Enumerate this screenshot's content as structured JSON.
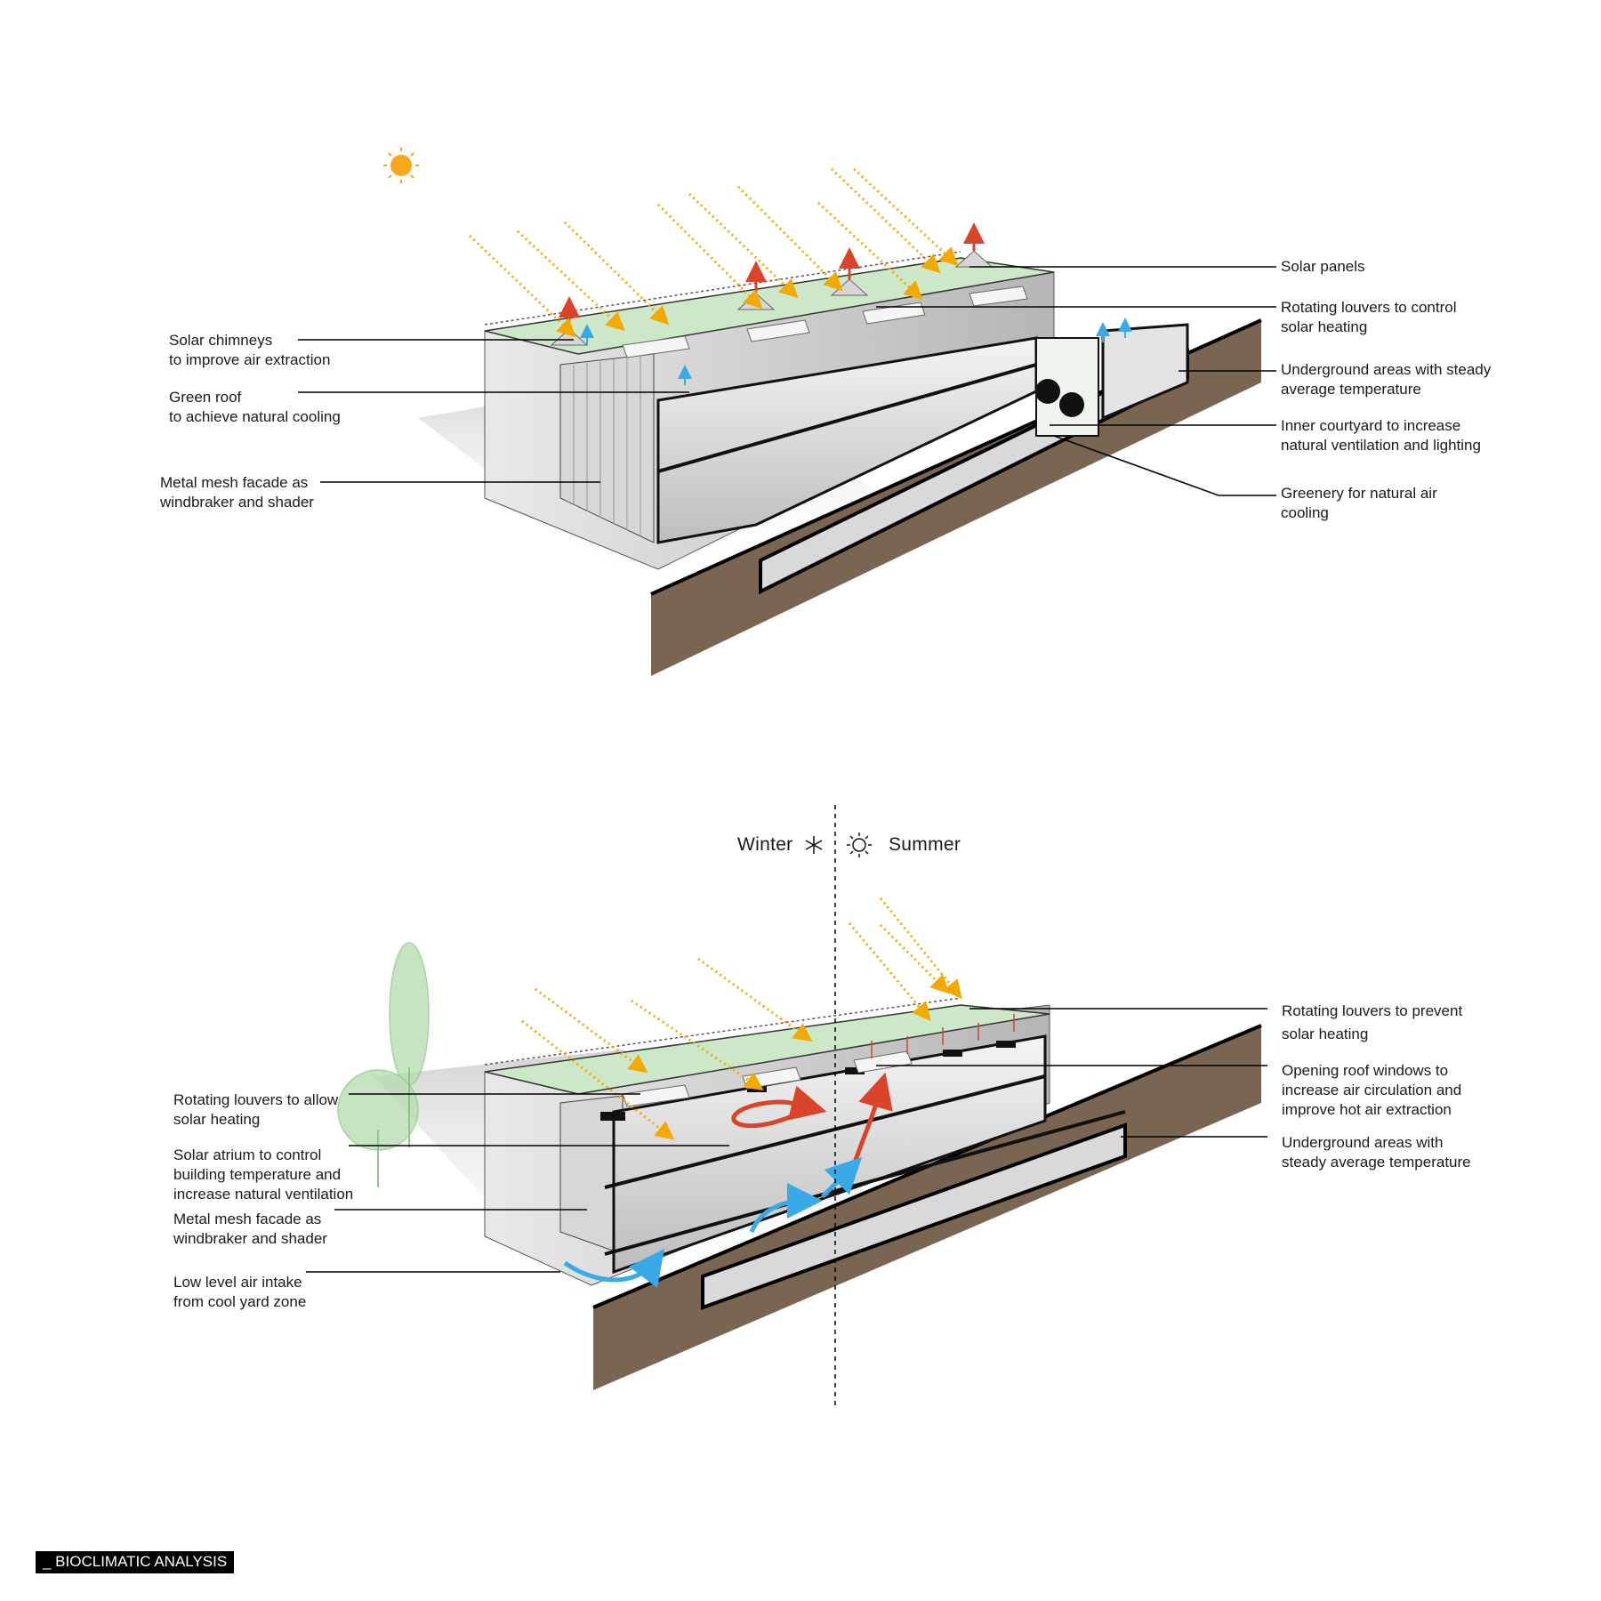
{
  "section_tag": "_ BIOCLIMATIC ANALYSIS",
  "top_diagram": {
    "labels": {
      "solar_panels": [
        "Solar panels"
      ],
      "rotating_louvers_control": [
        "Rotating louvers to control",
        "solar heating"
      ],
      "underground_areas": [
        "Underground areas with steady",
        "average temperature"
      ],
      "inner_courtyard": [
        "Inner courtyard to increase",
        "natural ventilation and lighting"
      ],
      "greenery": [
        "Greenery for natural air",
        "cooling"
      ],
      "solar_chimneys": [
        "Solar chimneys",
        "to improve air extraction"
      ],
      "green_roof": [
        "Green roof",
        "to achieve natural cooling"
      ],
      "metal_mesh": [
        "Metal mesh facade as",
        "windbraker and shader"
      ]
    }
  },
  "bottom_diagram": {
    "season_winter": "Winter",
    "season_summer": "Summer",
    "labels": {
      "rotating_louvers_prevent": [
        "Rotating louvers to prevent",
        "solar heating"
      ],
      "opening_roof_windows": [
        "Opening roof windows to",
        "increase air circulation and",
        "improve hot air extraction"
      ],
      "underground_areas": [
        "Underground areas with",
        "steady average temperature"
      ],
      "rotating_louvers_allow": [
        "Rotating louvers to allow",
        "solar heating"
      ],
      "solar_atrium": [
        "Solar atrium to control",
        "building temperature and",
        "increase natural ventilation"
      ],
      "metal_mesh": [
        "Metal mesh facade as",
        "windbraker and shader"
      ],
      "low_level_air": [
        "Low level air intake",
        "from cool yard zone"
      ]
    }
  },
  "colors": {
    "earth": "#7a6553",
    "green_roof": "#cde8c8",
    "sun": "#f7a81b",
    "sun_ray": "#f2a900",
    "hot_air": "#d9442b",
    "cool_air": "#3aa9e8",
    "tree": "#b5dcae"
  }
}
